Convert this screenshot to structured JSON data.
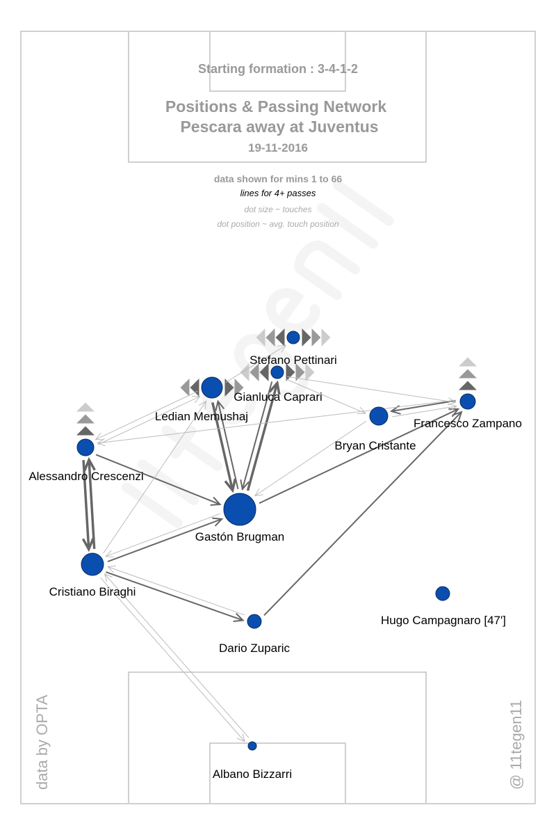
{
  "header": {
    "formation": "Starting formation : 3-4-1-2",
    "title_line1": "Positions & Passing Network",
    "title_line2": "Pescara  away at  Juventus",
    "date": "19-11-2016"
  },
  "notes": {
    "minutes": "data shown for mins 1 to 66",
    "lines": "lines for 4+ passes",
    "dot_size": "dot size ~ touches",
    "dot_position": "dot position ~ avg. touch position"
  },
  "credits": {
    "source": "data by OPTA",
    "author": "@ 11tegen11",
    "watermark": "11tegen11"
  },
  "colors": {
    "dot": "#0a4fb0",
    "pitch_lines": "#d0d0d0",
    "title_text": "#999999",
    "pass_line": "#666666",
    "pass_line_light": "#bbbbbb"
  },
  "players": [
    {
      "id": "pettinari",
      "name": "Stefano Pettinari",
      "markers": "left-right"
    },
    {
      "id": "caprari",
      "name": "Gianluca Caprari",
      "markers": "left-right"
    },
    {
      "id": "memushaj",
      "name": "Ledian Memushaj",
      "markers": "left-right-short"
    },
    {
      "id": "crescenzi",
      "name": "Alessandro Crescenzi",
      "markers": "up"
    },
    {
      "id": "cristante",
      "name": "Bryan Cristante",
      "markers": ""
    },
    {
      "id": "zampano",
      "name": "Francesco Zampano",
      "markers": "up"
    },
    {
      "id": "brugman",
      "name": "Gastón Brugman",
      "markers": ""
    },
    {
      "id": "biraghi",
      "name": "Cristiano Biraghi",
      "markers": ""
    },
    {
      "id": "zuparic",
      "name": "Dario Zuparic",
      "markers": ""
    },
    {
      "id": "campagnaro",
      "name": "Hugo Campagnaro [47']",
      "markers": ""
    },
    {
      "id": "bizzarri",
      "name": "Albano Bizzarri",
      "markers": ""
    }
  ],
  "passes": [
    {
      "from": "crescenzi",
      "to": "biraghi",
      "weight": "thick"
    },
    {
      "from": "biraghi",
      "to": "crescenzi",
      "weight": "thick"
    },
    {
      "from": "crescenzi",
      "to": "brugman",
      "weight": "medium"
    },
    {
      "from": "biraghi",
      "to": "brugman",
      "weight": "medium"
    },
    {
      "from": "brugman",
      "to": "biraghi",
      "weight": "thin"
    },
    {
      "from": "biraghi",
      "to": "zuparic",
      "weight": "medium"
    },
    {
      "from": "zuparic",
      "to": "biraghi",
      "weight": "thin"
    },
    {
      "from": "brugman",
      "to": "memushaj",
      "weight": "medium"
    },
    {
      "from": "memushaj",
      "to": "brugman",
      "weight": "thick"
    },
    {
      "from": "brugman",
      "to": "caprari",
      "weight": "thick"
    },
    {
      "from": "caprari",
      "to": "brugman",
      "weight": "medium"
    },
    {
      "from": "brugman",
      "to": "zampano",
      "weight": "medium"
    },
    {
      "from": "cristante",
      "to": "brugman",
      "weight": "thin"
    },
    {
      "from": "zuparic",
      "to": "zampano",
      "weight": "medium"
    },
    {
      "from": "zampano",
      "to": "cristante",
      "weight": "medium"
    },
    {
      "from": "cristante",
      "to": "zampano",
      "weight": "thin"
    },
    {
      "from": "biraghi",
      "to": "bizzarri",
      "weight": "thin"
    },
    {
      "from": "bizzarri",
      "to": "biraghi",
      "weight": "thin"
    },
    {
      "from": "memushaj",
      "to": "crescenzi",
      "weight": "thin"
    },
    {
      "from": "biraghi",
      "to": "memushaj",
      "weight": "thin"
    },
    {
      "from": "crescenzi",
      "to": "memushaj",
      "weight": "thin"
    },
    {
      "from": "memushaj",
      "to": "pettinari",
      "weight": "thin"
    },
    {
      "from": "caprari",
      "to": "cristante",
      "weight": "thin"
    },
    {
      "from": "caprari",
      "to": "zampano",
      "weight": "thin"
    },
    {
      "from": "zampano",
      "to": "crescenzi",
      "weight": "thin"
    }
  ]
}
